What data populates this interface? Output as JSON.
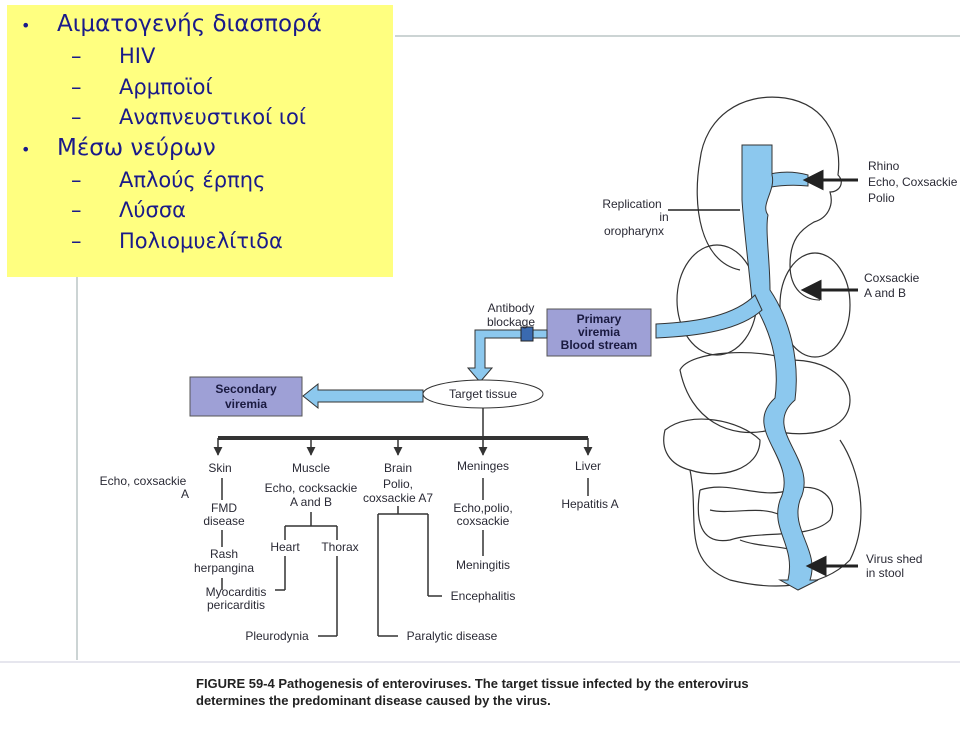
{
  "overlay": {
    "sections": [
      {
        "heading": "Αιματογενής διασπορά",
        "items": [
          "HIV",
          "Αρμποϊοί",
          "Αναπνευστικοί ιοί"
        ]
      },
      {
        "heading": "Μέσω νεύρων",
        "items": [
          "Απλούς έρπης",
          "Λύσσα",
          "Πολιομυελίτιδα"
        ]
      }
    ]
  },
  "diagram": {
    "replication_label": [
      "Replication",
      "in",
      "oropharynx"
    ],
    "rhino_label": [
      "Rhino",
      "Echo, Coxsackie",
      "Polio"
    ],
    "coxsackie_label": [
      "Coxsackie",
      "A and B"
    ],
    "antibody_label": [
      "Antibody",
      "blockage"
    ],
    "primary_viremia": [
      "Primary",
      "viremia",
      "Blood stream"
    ],
    "secondary_viremia": [
      "Secondary",
      "viremia"
    ],
    "target_tissue": "Target tissue",
    "virus_shed": [
      "Virus shed",
      "in stool"
    ],
    "tissues": {
      "skin": "Skin",
      "muscle": "Muscle",
      "brain": "Brain",
      "meninges": "Meninges",
      "liver": "Liver"
    },
    "viruses": {
      "skin": [
        "Echo, coxsackie",
        "A"
      ],
      "muscle": [
        "Echo, cocksackie",
        "A and B"
      ],
      "brain": [
        "Polio,",
        "coxsackie A7"
      ],
      "meninges": [
        "Echo,polio,",
        "coxsackie"
      ],
      "liver": "Hepatitis A"
    },
    "diseases": {
      "fmd": [
        "FMD",
        "disease"
      ],
      "rash": [
        "Rash",
        "herpangina"
      ],
      "heart": "Heart",
      "thorax": "Thorax",
      "myocarditis": [
        "Myocarditis",
        "pericarditis"
      ],
      "pleurodynia": "Pleurodynia",
      "meningitis": "Meningitis",
      "encephalitis": "Encephalitis",
      "paralytic": "Paralytic disease"
    },
    "caption": [
      "FIGURE 59-4  Pathogenesis of enteroviruses. The target tissue infected by the enterovirus",
      "determines the predominant disease caused by the virus."
    ]
  },
  "colors": {
    "flow_blue": "#8cc8ee",
    "box_purple": "#9ea0d6",
    "note_yellow": "#ffff80",
    "note_text": "#1a1a8a"
  }
}
